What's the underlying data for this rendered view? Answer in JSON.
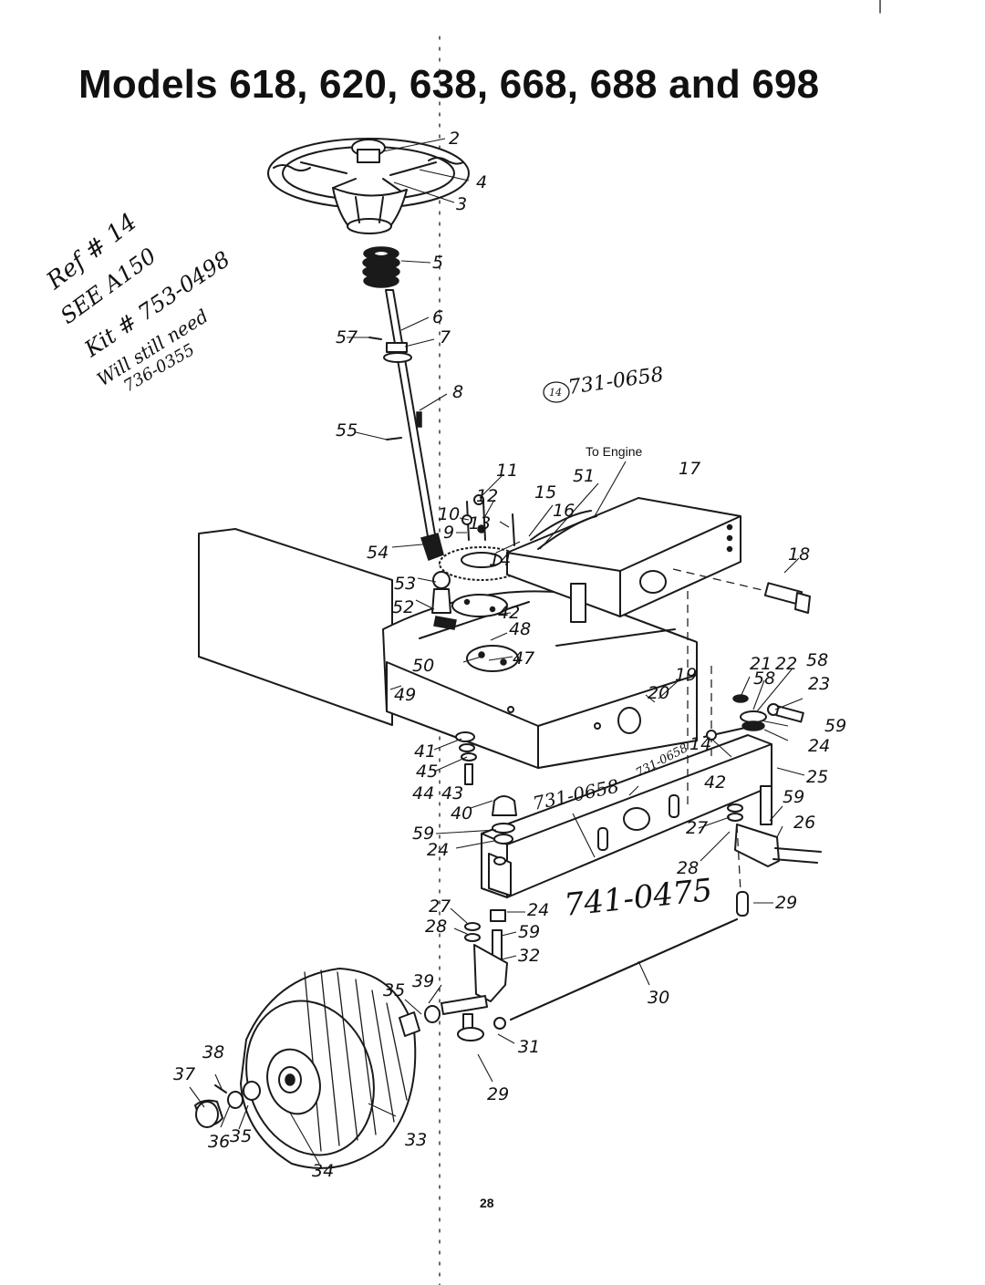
{
  "page_title": "Models 618, 620, 638, 668, 688 and 698",
  "page_number": "28",
  "to_engine_label": "To Engine",
  "handwritten_notes": {
    "ref_line": "Ref # 14",
    "see_line": "SEE A150",
    "kit_line": "Kit # 753-0498",
    "still_line": "Will still need",
    "part_line": "736-0355",
    "circled_ref": "14",
    "part_number_top": "731-0658",
    "part_number_mid": "731-0658",
    "part_number_mid_small": "731-0658",
    "part_number_bottom": "741-0475"
  },
  "callouts": [
    {
      "id": "c2",
      "label": "2"
    },
    {
      "id": "c4",
      "label": "4"
    },
    {
      "id": "c3",
      "label": "3"
    },
    {
      "id": "c5",
      "label": "5"
    },
    {
      "id": "c6",
      "label": "6"
    },
    {
      "id": "c7",
      "label": "7"
    },
    {
      "id": "c57",
      "label": "57"
    },
    {
      "id": "c8",
      "label": "8"
    },
    {
      "id": "c55",
      "label": "55"
    },
    {
      "id": "c11",
      "label": "11"
    },
    {
      "id": "c51",
      "label": "51"
    },
    {
      "id": "c17",
      "label": "17"
    },
    {
      "id": "c10",
      "label": "10"
    },
    {
      "id": "c12",
      "label": "12"
    },
    {
      "id": "c15",
      "label": "15"
    },
    {
      "id": "c16",
      "label": "16"
    },
    {
      "id": "c9",
      "label": "9"
    },
    {
      "id": "c13",
      "label": "13"
    },
    {
      "id": "c14",
      "label": "14"
    },
    {
      "id": "c54",
      "label": "54"
    },
    {
      "id": "c18",
      "label": "18"
    },
    {
      "id": "c53",
      "label": "53"
    },
    {
      "id": "c52",
      "label": "52"
    },
    {
      "id": "c42a",
      "label": "42"
    },
    {
      "id": "c48",
      "label": "48"
    },
    {
      "id": "c50",
      "label": "50"
    },
    {
      "id": "c47",
      "label": "47"
    },
    {
      "id": "c49",
      "label": "49"
    },
    {
      "id": "c21",
      "label": "21"
    },
    {
      "id": "c22",
      "label": "22"
    },
    {
      "id": "c58a",
      "label": "58"
    },
    {
      "id": "c58b",
      "label": "58"
    },
    {
      "id": "c23",
      "label": "23"
    },
    {
      "id": "c19",
      "label": "19"
    },
    {
      "id": "c20",
      "label": "20"
    },
    {
      "id": "c59a",
      "label": "59"
    },
    {
      "id": "c24a",
      "label": "24"
    },
    {
      "id": "c14b",
      "label": "14"
    },
    {
      "id": "c41",
      "label": "41"
    },
    {
      "id": "c45",
      "label": "45"
    },
    {
      "id": "c44",
      "label": "44"
    },
    {
      "id": "c43",
      "label": "43"
    },
    {
      "id": "c42b",
      "label": "42"
    },
    {
      "id": "c25",
      "label": "25"
    },
    {
      "id": "c40",
      "label": "40"
    },
    {
      "id": "c59b",
      "label": "59"
    },
    {
      "id": "c24b",
      "label": "24"
    },
    {
      "id": "c59c",
      "label": "59"
    },
    {
      "id": "c27a",
      "label": "27"
    },
    {
      "id": "c26",
      "label": "26"
    },
    {
      "id": "c28a",
      "label": "28"
    },
    {
      "id": "c29a",
      "label": "29"
    },
    {
      "id": "c27b",
      "label": "27"
    },
    {
      "id": "c24c",
      "label": "24"
    },
    {
      "id": "c28b",
      "label": "28"
    },
    {
      "id": "c59d",
      "label": "59"
    },
    {
      "id": "c32",
      "label": "32"
    },
    {
      "id": "c35a",
      "label": "35"
    },
    {
      "id": "c39",
      "label": "39"
    },
    {
      "id": "c30",
      "label": "30"
    },
    {
      "id": "c38",
      "label": "38"
    },
    {
      "id": "c31",
      "label": "31"
    },
    {
      "id": "c37",
      "label": "37"
    },
    {
      "id": "c29b",
      "label": "29"
    },
    {
      "id": "c36",
      "label": "36"
    },
    {
      "id": "c35b",
      "label": "35"
    },
    {
      "id": "c33",
      "label": "33"
    },
    {
      "id": "c34",
      "label": "34"
    }
  ]
}
